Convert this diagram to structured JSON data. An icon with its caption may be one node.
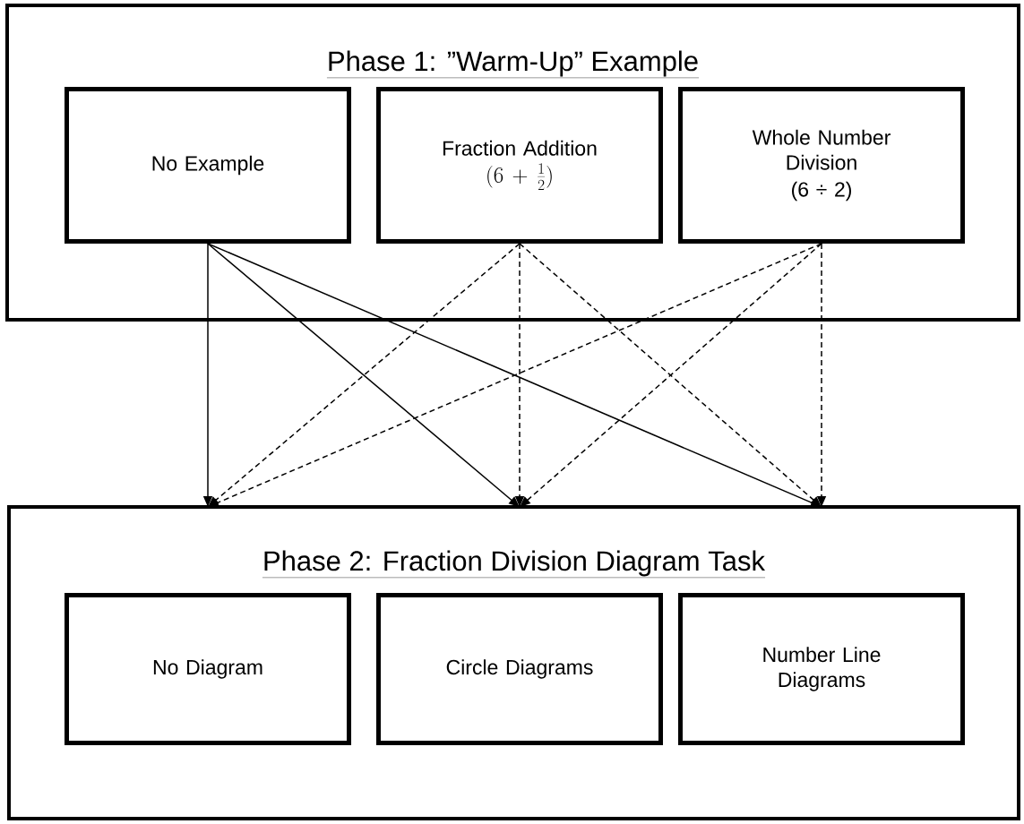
{
  "diagram": {
    "nodes": [
      {
        "text": [
          "Phase 1: ”Warm-Up” Example"
        ]
      },
      {
        "text": [
          "No Example"
        ],
        "in": 0
      },
      {
        "text": [
          "Fraction Addition",
          "(6 + \\frac{1}{2})"
        ],
        "in": 0
      },
      {
        "text": [
          "Whole Number Division",
          "(6 ÷ 2)"
        ],
        "in": 0
      },
      {
        "text": [
          "Phase 2: Fraction Division Diagram Task"
        ]
      },
      {
        "text": [
          "No Diagram"
        ],
        "in": 4
      },
      {
        "text": [
          "Circle Diagrams"
        ],
        "in": 4
      },
      {
        "text": [
          "Number Line Diagrams"
        ],
        "in": 4
      }
    ],
    "edges": [
      {
        "from": 1,
        "to": 4,
        "arrow": "to"
      },
      {
        "from": 1,
        "to": 4,
        "arrow": "to"
      },
      {
        "from": 1,
        "to": 4,
        "arrow": "to"
      },
      {
        "from": 2,
        "to": 4,
        "arrow": "to",
        "style": "dashed"
      },
      {
        "from": 2,
        "to": 4,
        "arrow": "to",
        "style": "dashed"
      },
      {
        "from": 2,
        "to": 4,
        "arrow": "to",
        "style": "dashed"
      },
      {
        "from": 3,
        "to": 4,
        "arrow": "to",
        "style": "dashed"
      },
      {
        "from": 3,
        "to": 4,
        "arrow": "to",
        "style": "dashed"
      },
      {
        "from": 3,
        "to": 4,
        "arrow": "to",
        "style": "dashed"
      }
    ]
  }
}
